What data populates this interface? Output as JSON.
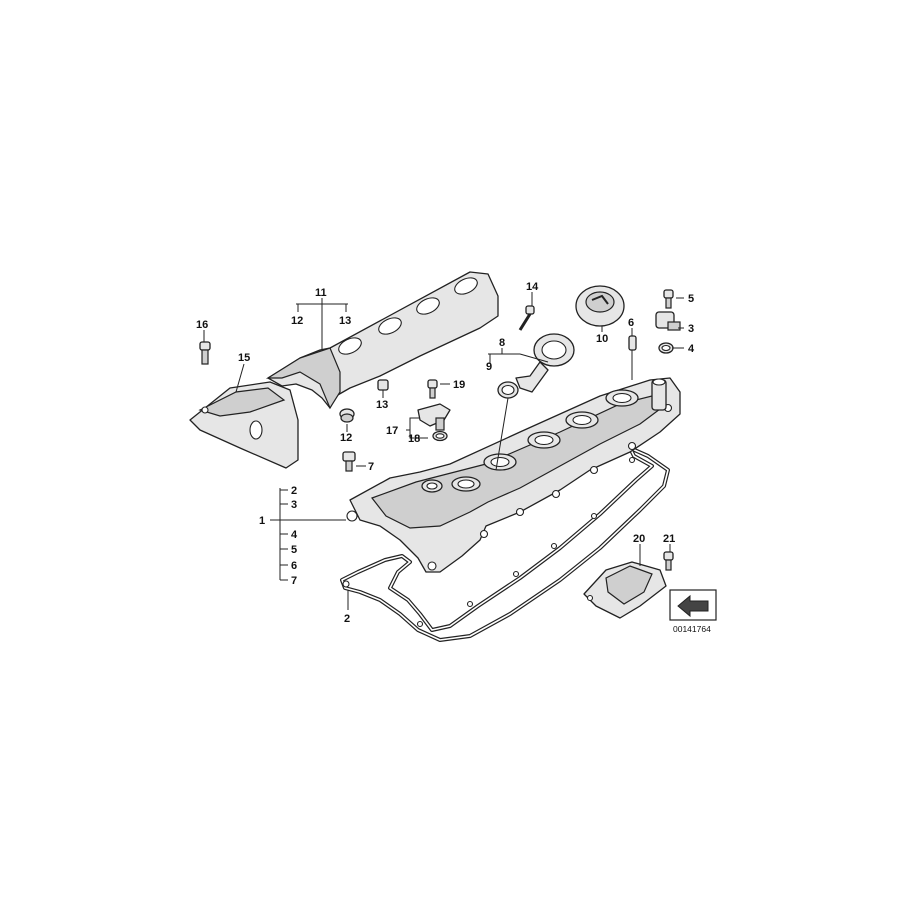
{
  "callouts": [
    {
      "id": "c11",
      "text": "11"
    },
    {
      "id": "c12a",
      "text": "12"
    },
    {
      "id": "c13a",
      "text": "13"
    },
    {
      "id": "c14",
      "text": "14"
    },
    {
      "id": "c16",
      "text": "16"
    },
    {
      "id": "c15",
      "text": "15"
    },
    {
      "id": "c8",
      "text": "8"
    },
    {
      "id": "c9",
      "text": "9"
    },
    {
      "id": "c10",
      "text": "10"
    },
    {
      "id": "c6",
      "text": "6"
    },
    {
      "id": "c5",
      "text": "5"
    },
    {
      "id": "c3a",
      "text": "3"
    },
    {
      "id": "c4a",
      "text": "4"
    },
    {
      "id": "c19",
      "text": "19"
    },
    {
      "id": "c13b",
      "text": "13"
    },
    {
      "id": "c12b",
      "text": "12"
    },
    {
      "id": "c17",
      "text": "17"
    },
    {
      "id": "c18",
      "text": "18"
    },
    {
      "id": "c7a",
      "text": "7"
    },
    {
      "id": "c2a",
      "text": "2"
    },
    {
      "id": "c3b",
      "text": "3"
    },
    {
      "id": "c1",
      "text": "1"
    },
    {
      "id": "c4b",
      "text": "4"
    },
    {
      "id": "c5b",
      "text": "5"
    },
    {
      "id": "c6b",
      "text": "6"
    },
    {
      "id": "c7b",
      "text": "7"
    },
    {
      "id": "c2b",
      "text": "2"
    },
    {
      "id": "c20",
      "text": "20"
    },
    {
      "id": "c21",
      "text": "21"
    }
  ],
  "doc_number": "00141764"
}
